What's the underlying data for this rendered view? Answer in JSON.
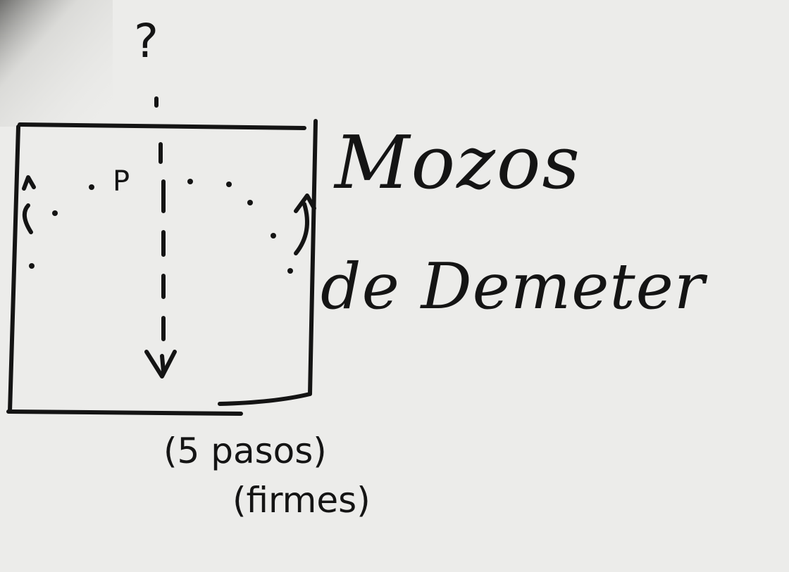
{
  "diagram": {
    "title_line1": "Mozos",
    "title_line2": "de Demeter",
    "symbol_top": "?",
    "point_label": "P",
    "note_line1": "(5 pasos)",
    "note_line2": "(firmes)"
  },
  "colors": {
    "paper": "#ececea",
    "ink": "#141414"
  }
}
